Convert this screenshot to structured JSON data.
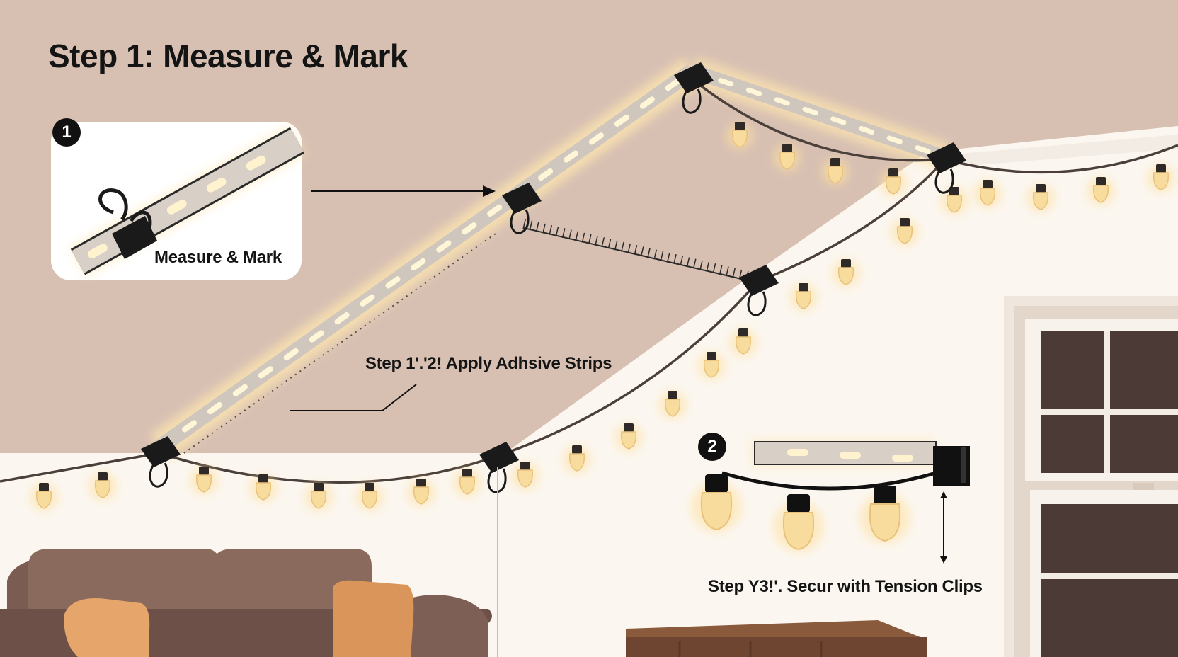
{
  "title": "Step 1: Measure & Mark",
  "steps": [
    {
      "number": "1",
      "caption": "Measure & Mark"
    },
    {
      "caption": "Step 1'.'2! Apply Adhsive Strips"
    },
    {
      "number": "2",
      "caption": "Step Y3!'. Secur with Tension Clips"
    }
  ],
  "colors": {
    "ceiling": "#d7c0b2",
    "wall": "#fbf6ef",
    "led_glow": "#ffe9b8",
    "bulb": "#f6d89a",
    "clip": "#1a1a1a",
    "sofa": "#7a5c52",
    "pillow": "#d9955a",
    "cabinet": "#8a5a3c"
  },
  "icons": [
    "binder-clip-icon",
    "led-strip-icon",
    "string-light-bulb-icon",
    "tension-clip-icon",
    "arrow-icon"
  ]
}
